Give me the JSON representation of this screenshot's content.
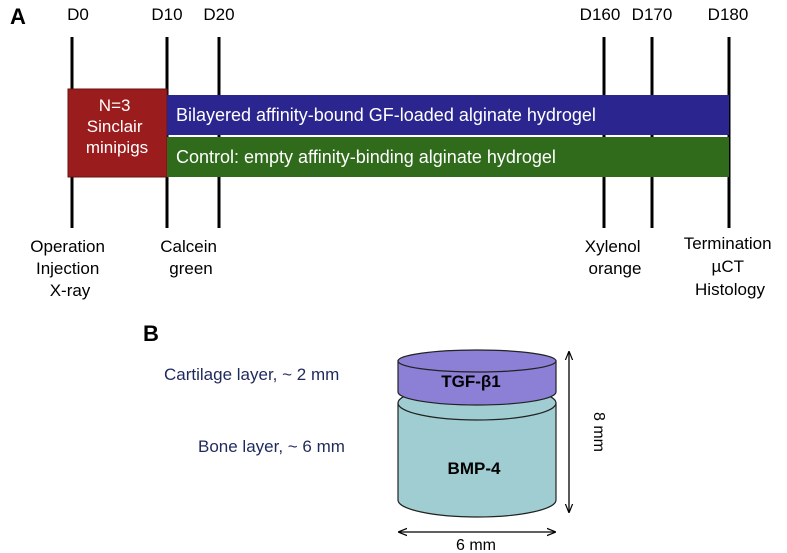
{
  "panel_a": {
    "label": "A",
    "days": [
      "D0",
      "D10",
      "D20",
      "D160",
      "D170",
      "D180"
    ],
    "subjects": [
      "N=3",
      "Sinclair",
      "minipigs"
    ],
    "treatment_bar": "Bilayered affinity-bound GF-loaded alginate hydrogel",
    "control_bar": "Control: empty affinity-binding alginate hydrogel",
    "events": {
      "d0": [
        "Operation",
        "Injection",
        "X-ray"
      ],
      "d10": [
        "Calcein",
        "green"
      ],
      "d160": [
        "Xylenol",
        "orange"
      ],
      "d180": [
        "Termination",
        "µCT",
        "Histology"
      ]
    },
    "colors": {
      "subjects_box": "#9b1c1c",
      "treatment_bar": "#2b2590",
      "control_bar": "#2f6b1b"
    }
  },
  "panel_b": {
    "label": "B",
    "cartilage_layer_label": "Cartilage layer, ~ 2 mm",
    "bone_layer_label": "Bone layer, ~ 6 mm",
    "top_layer_factor": "TGF-β1",
    "bottom_layer_factor": "BMP-4",
    "height_dimension": "8 mm",
    "width_dimension": "6 mm",
    "colors": {
      "cartilage_layer": "#8b7fd6",
      "bone_layer": "#9fcdd2",
      "label_text": "#1f2a5c"
    }
  }
}
